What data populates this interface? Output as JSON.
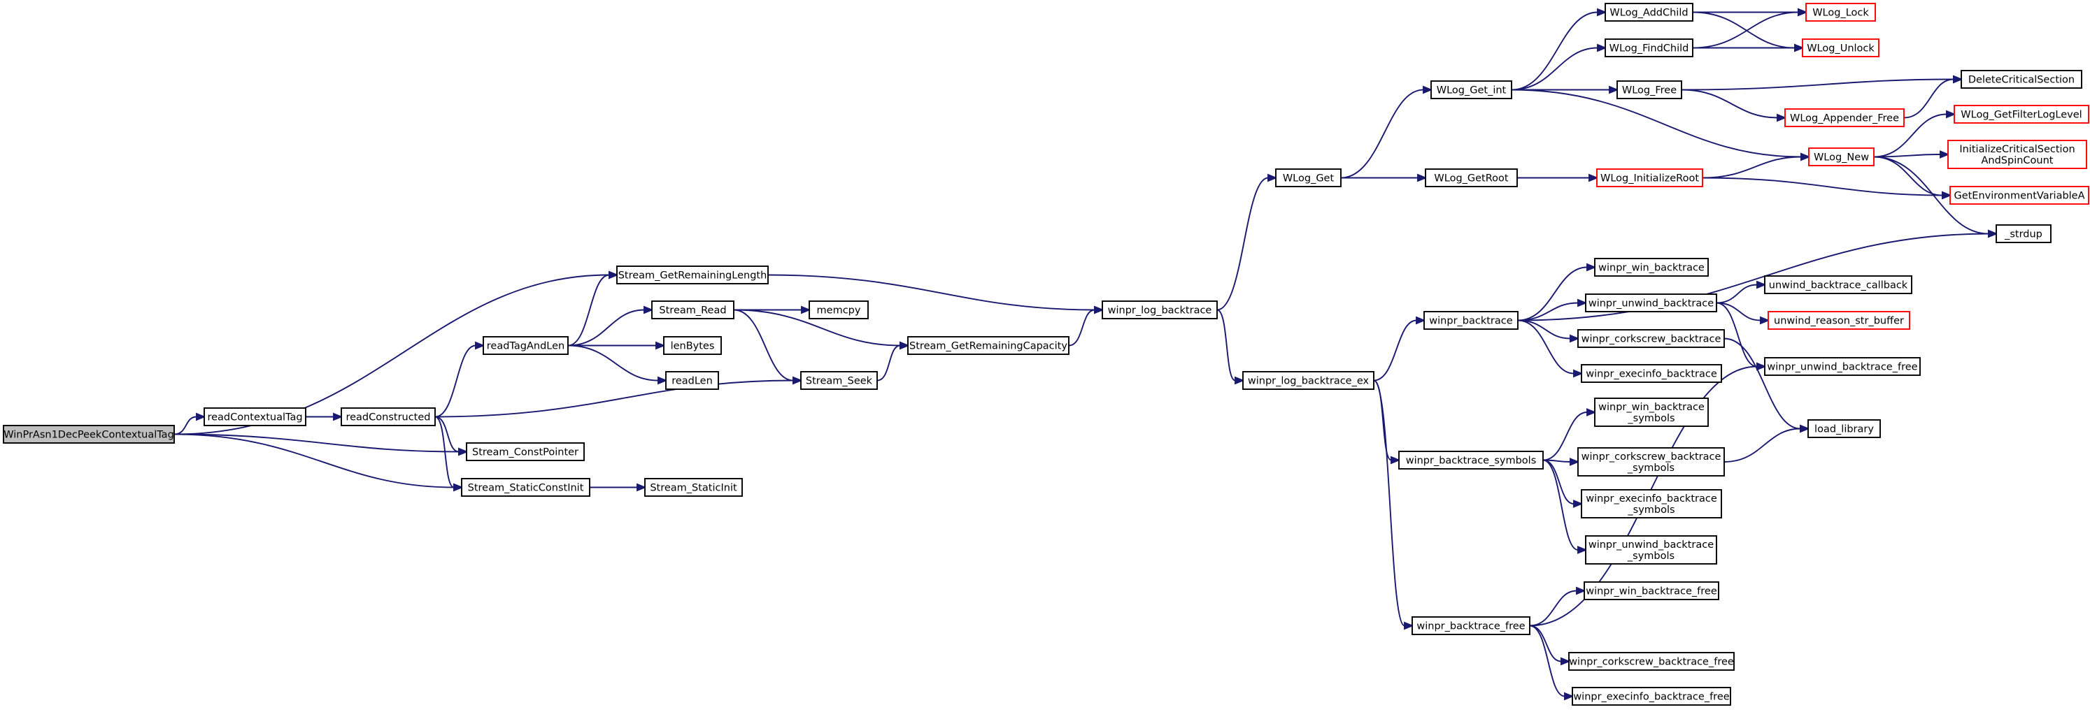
{
  "colors": {
    "edge": "#191970",
    "node_border": "#000000",
    "node_fill": "#ffffff",
    "current_fill": "#bfbfbf",
    "external_border": "#ff0000"
  },
  "nodes": [
    {
      "id": "WinPrAsn1DecPeekContextualTag",
      "label": [
        "WinPrAsn1DecPeekContextualTag"
      ],
      "kind": "current"
    },
    {
      "id": "readContextualTag",
      "label": [
        "readContextualTag"
      ],
      "kind": "normal"
    },
    {
      "id": "readConstructed",
      "label": [
        "readConstructed"
      ],
      "kind": "normal"
    },
    {
      "id": "readTagAndLen",
      "label": [
        "readTagAndLen"
      ],
      "kind": "normal"
    },
    {
      "id": "Stream_GetRemainingLength",
      "label": [
        "Stream_GetRemainingLength"
      ],
      "kind": "normal"
    },
    {
      "id": "Stream_Read",
      "label": [
        "Stream_Read"
      ],
      "kind": "normal"
    },
    {
      "id": "lenBytes",
      "label": [
        "lenBytes"
      ],
      "kind": "normal"
    },
    {
      "id": "readLen",
      "label": [
        "readLen"
      ],
      "kind": "normal"
    },
    {
      "id": "Stream_Seek",
      "label": [
        "Stream_Seek"
      ],
      "kind": "normal"
    },
    {
      "id": "Stream_ConstPointer",
      "label": [
        "Stream_ConstPointer"
      ],
      "kind": "normal"
    },
    {
      "id": "Stream_StaticConstInit",
      "label": [
        "Stream_StaticConstInit"
      ],
      "kind": "normal"
    },
    {
      "id": "Stream_StaticInit",
      "label": [
        "Stream_StaticInit"
      ],
      "kind": "normal"
    },
    {
      "id": "memcpy",
      "label": [
        "memcpy"
      ],
      "kind": "normal"
    },
    {
      "id": "Stream_GetRemainingCapacity",
      "label": [
        "Stream_GetRemainingCapacity"
      ],
      "kind": "normal"
    },
    {
      "id": "winpr_log_backtrace",
      "label": [
        "winpr_log_backtrace"
      ],
      "kind": "normal"
    },
    {
      "id": "WLog_Get",
      "label": [
        "WLog_Get"
      ],
      "kind": "normal"
    },
    {
      "id": "winpr_log_backtrace_ex",
      "label": [
        "winpr_log_backtrace_ex"
      ],
      "kind": "normal"
    },
    {
      "id": "WLog_Get_int",
      "label": [
        "WLog_Get_int"
      ],
      "kind": "normal"
    },
    {
      "id": "WLog_GetRoot",
      "label": [
        "WLog_GetRoot"
      ],
      "kind": "normal"
    },
    {
      "id": "WLog_AddChild",
      "label": [
        "WLog_AddChild"
      ],
      "kind": "normal"
    },
    {
      "id": "WLog_FindChild",
      "label": [
        "WLog_FindChild"
      ],
      "kind": "normal"
    },
    {
      "id": "WLog_Free",
      "label": [
        "WLog_Free"
      ],
      "kind": "normal"
    },
    {
      "id": "WLog_Lock",
      "label": [
        "WLog_Lock"
      ],
      "kind": "external"
    },
    {
      "id": "WLog_Unlock",
      "label": [
        "WLog_Unlock"
      ],
      "kind": "external"
    },
    {
      "id": "DeleteCriticalSection",
      "label": [
        "DeleteCriticalSection"
      ],
      "kind": "normal"
    },
    {
      "id": "WLog_Appender_Free",
      "label": [
        "WLog_Appender_Free"
      ],
      "kind": "external"
    },
    {
      "id": "WLog_InitializeRoot",
      "label": [
        "WLog_InitializeRoot"
      ],
      "kind": "external"
    },
    {
      "id": "WLog_New",
      "label": [
        "WLog_New"
      ],
      "kind": "external"
    },
    {
      "id": "WLog_GetFilterLogLevel",
      "label": [
        "WLog_GetFilterLogLevel"
      ],
      "kind": "external"
    },
    {
      "id": "InitializeCriticalSectionAndSpinCount",
      "label": [
        "InitializeCriticalSection",
        "AndSpinCount"
      ],
      "kind": "external"
    },
    {
      "id": "GetEnvironmentVariableA",
      "label": [
        "GetEnvironmentVariableA"
      ],
      "kind": "external"
    },
    {
      "id": "_strdup",
      "label": [
        "_strdup"
      ],
      "kind": "normal"
    },
    {
      "id": "winpr_backtrace",
      "label": [
        "winpr_backtrace"
      ],
      "kind": "normal"
    },
    {
      "id": "winpr_win_backtrace",
      "label": [
        "winpr_win_backtrace"
      ],
      "kind": "normal"
    },
    {
      "id": "winpr_unwind_backtrace",
      "label": [
        "winpr_unwind_backtrace"
      ],
      "kind": "normal"
    },
    {
      "id": "unwind_backtrace_callback",
      "label": [
        "unwind_backtrace_callback"
      ],
      "kind": "normal"
    },
    {
      "id": "unwind_reason_str_buffer",
      "label": [
        "unwind_reason_str_buffer"
      ],
      "kind": "external"
    },
    {
      "id": "winpr_corkscrew_backtrace",
      "label": [
        "winpr_corkscrew_backtrace"
      ],
      "kind": "normal"
    },
    {
      "id": "winpr_unwind_backtrace_free",
      "label": [
        "winpr_unwind_backtrace_free"
      ],
      "kind": "normal"
    },
    {
      "id": "winpr_execinfo_backtrace",
      "label": [
        "winpr_execinfo_backtrace"
      ],
      "kind": "normal"
    },
    {
      "id": "load_library",
      "label": [
        "load_library"
      ],
      "kind": "normal"
    },
    {
      "id": "winpr_backtrace_symbols",
      "label": [
        "winpr_backtrace_symbols"
      ],
      "kind": "normal"
    },
    {
      "id": "winpr_win_backtrace_symbols",
      "label": [
        "winpr_win_backtrace",
        "_symbols"
      ],
      "kind": "normal"
    },
    {
      "id": "winpr_corkscrew_backtrace_symbols",
      "label": [
        "winpr_corkscrew_backtrace",
        "_symbols"
      ],
      "kind": "normal"
    },
    {
      "id": "winpr_execinfo_backtrace_symbols",
      "label": [
        "winpr_execinfo_backtrace",
        "_symbols"
      ],
      "kind": "normal"
    },
    {
      "id": "winpr_unwind_backtrace_symbols",
      "label": [
        "winpr_unwind_backtrace",
        "_symbols"
      ],
      "kind": "normal"
    },
    {
      "id": "winpr_backtrace_free",
      "label": [
        "winpr_backtrace_free"
      ],
      "kind": "normal"
    },
    {
      "id": "winpr_win_backtrace_free",
      "label": [
        "winpr_win_backtrace_free"
      ],
      "kind": "normal"
    },
    {
      "id": "winpr_corkscrew_backtrace_free",
      "label": [
        "winpr_corkscrew_backtrace_free"
      ],
      "kind": "normal"
    },
    {
      "id": "winpr_execinfo_backtrace_free",
      "label": [
        "winpr_execinfo_backtrace_free"
      ],
      "kind": "normal"
    }
  ],
  "edges": [
    [
      "WinPrAsn1DecPeekContextualTag",
      "readContextualTag"
    ],
    [
      "WinPrAsn1DecPeekContextualTag",
      "Stream_GetRemainingLength"
    ],
    [
      "WinPrAsn1DecPeekContextualTag",
      "Stream_ConstPointer"
    ],
    [
      "WinPrAsn1DecPeekContextualTag",
      "Stream_StaticConstInit"
    ],
    [
      "readContextualTag",
      "readConstructed"
    ],
    [
      "readConstructed",
      "readTagAndLen"
    ],
    [
      "readConstructed",
      "Stream_Seek"
    ],
    [
      "readConstructed",
      "Stream_ConstPointer"
    ],
    [
      "readConstructed",
      "Stream_StaticConstInit"
    ],
    [
      "readTagAndLen",
      "Stream_GetRemainingLength"
    ],
    [
      "readTagAndLen",
      "Stream_Read"
    ],
    [
      "readTagAndLen",
      "lenBytes"
    ],
    [
      "readTagAndLen",
      "readLen"
    ],
    [
      "Stream_Read",
      "memcpy"
    ],
    [
      "Stream_Read",
      "Stream_GetRemainingCapacity"
    ],
    [
      "Stream_Read",
      "Stream_Seek"
    ],
    [
      "Stream_Seek",
      "Stream_GetRemainingCapacity"
    ],
    [
      "Stream_GetRemainingLength",
      "winpr_log_backtrace"
    ],
    [
      "Stream_StaticConstInit",
      "Stream_StaticInit"
    ],
    [
      "Stream_GetRemainingCapacity",
      "winpr_log_backtrace"
    ],
    [
      "winpr_log_backtrace",
      "WLog_Get"
    ],
    [
      "winpr_log_backtrace",
      "winpr_log_backtrace_ex"
    ],
    [
      "WLog_Get",
      "WLog_Get_int"
    ],
    [
      "WLog_Get",
      "WLog_GetRoot"
    ],
    [
      "WLog_Get_int",
      "WLog_AddChild"
    ],
    [
      "WLog_Get_int",
      "WLog_FindChild"
    ],
    [
      "WLog_Get_int",
      "WLog_Free"
    ],
    [
      "WLog_Get_int",
      "WLog_New"
    ],
    [
      "WLog_AddChild",
      "WLog_Lock"
    ],
    [
      "WLog_AddChild",
      "WLog_Unlock"
    ],
    [
      "WLog_FindChild",
      "WLog_Lock"
    ],
    [
      "WLog_FindChild",
      "WLog_Unlock"
    ],
    [
      "WLog_Free",
      "DeleteCriticalSection"
    ],
    [
      "WLog_Free",
      "WLog_Appender_Free"
    ],
    [
      "WLog_Appender_Free",
      "DeleteCriticalSection"
    ],
    [
      "WLog_GetRoot",
      "WLog_InitializeRoot"
    ],
    [
      "WLog_InitializeRoot",
      "WLog_New"
    ],
    [
      "WLog_InitializeRoot",
      "GetEnvironmentVariableA"
    ],
    [
      "WLog_New",
      "WLog_GetFilterLogLevel"
    ],
    [
      "WLog_New",
      "InitializeCriticalSectionAndSpinCount"
    ],
    [
      "WLog_New",
      "GetEnvironmentVariableA"
    ],
    [
      "WLog_New",
      "_strdup"
    ],
    [
      "winpr_log_backtrace_ex",
      "winpr_backtrace"
    ],
    [
      "winpr_log_backtrace_ex",
      "winpr_backtrace_symbols"
    ],
    [
      "winpr_log_backtrace_ex",
      "winpr_backtrace_free"
    ],
    [
      "winpr_backtrace",
      "_strdup"
    ],
    [
      "winpr_backtrace",
      "winpr_win_backtrace"
    ],
    [
      "winpr_backtrace",
      "winpr_unwind_backtrace"
    ],
    [
      "winpr_backtrace",
      "winpr_corkscrew_backtrace"
    ],
    [
      "winpr_backtrace",
      "winpr_execinfo_backtrace"
    ],
    [
      "winpr_unwind_backtrace",
      "unwind_backtrace_callback"
    ],
    [
      "winpr_unwind_backtrace",
      "unwind_reason_str_buffer"
    ],
    [
      "winpr_unwind_backtrace",
      "winpr_unwind_backtrace_free"
    ],
    [
      "winpr_corkscrew_backtrace",
      "load_library"
    ],
    [
      "winpr_backtrace_symbols",
      "winpr_win_backtrace_symbols"
    ],
    [
      "winpr_backtrace_symbols",
      "winpr_corkscrew_backtrace_symbols"
    ],
    [
      "winpr_backtrace_symbols",
      "winpr_execinfo_backtrace_symbols"
    ],
    [
      "winpr_backtrace_symbols",
      "winpr_unwind_backtrace_symbols"
    ],
    [
      "winpr_corkscrew_backtrace_symbols",
      "load_library"
    ],
    [
      "winpr_backtrace_free",
      "winpr_win_backtrace_free"
    ],
    [
      "winpr_backtrace_free",
      "winpr_unwind_backtrace_free"
    ],
    [
      "winpr_backtrace_free",
      "winpr_corkscrew_backtrace_free"
    ],
    [
      "winpr_backtrace_free",
      "winpr_execinfo_backtrace_free"
    ]
  ]
}
